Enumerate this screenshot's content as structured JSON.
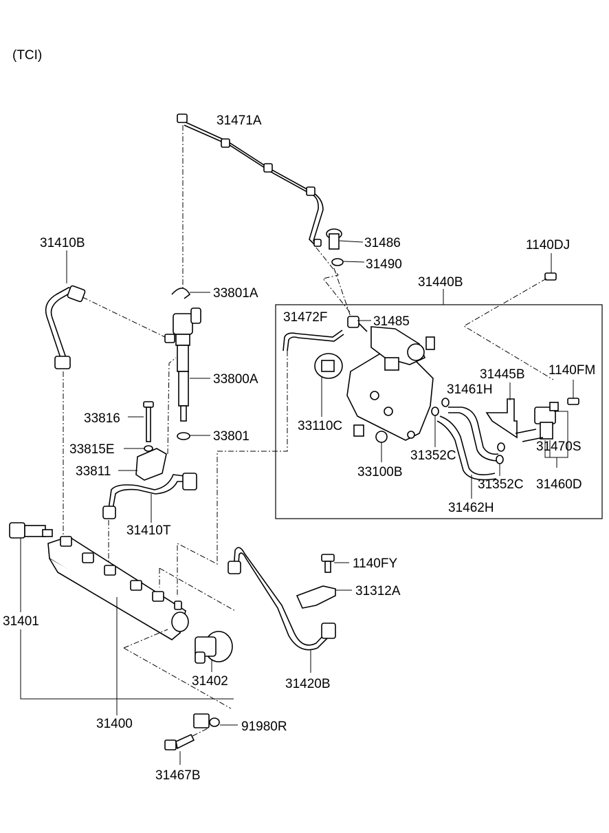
{
  "header": {
    "variant": "(TCI)"
  },
  "callouts": {
    "c31471A": "31471A",
    "c31486": "31486",
    "c31490": "31490",
    "c1140DJ": "1140DJ",
    "c31410B": "31410B",
    "c31440B": "31440B",
    "c33801A": "33801A",
    "c31472F": "31472F",
    "c31485": "31485",
    "c33800A": "33800A",
    "c31445B": "31445B",
    "c1140FM": "1140FM",
    "c31461H": "31461H",
    "c33816": "33816",
    "c33110C": "33110C",
    "c33801": "33801",
    "c33815E": "33815E",
    "c31352C_a": "31352C",
    "c31470S": "31470S",
    "c33811": "33811",
    "c33100B": "33100B",
    "c31352C_b": "31352C",
    "c31460D": "31460D",
    "c31462H": "31462H",
    "c31410T": "31410T",
    "c1140FY": "1140FY",
    "c31312A": "31312A",
    "c31401": "31401",
    "c31402": "31402",
    "c31420B": "31420B",
    "c31400": "31400",
    "c91980R": "91980R",
    "c31467B": "31467B"
  }
}
